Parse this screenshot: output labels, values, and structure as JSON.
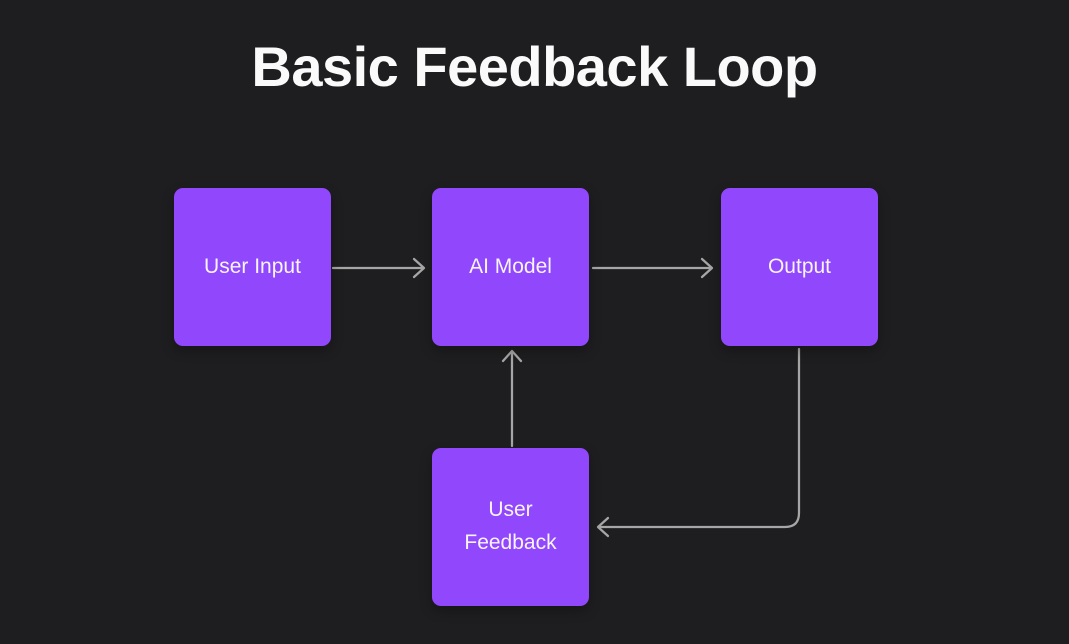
{
  "title": "Basic Feedback Loop",
  "colors": {
    "background": "#1e1e20",
    "node_fill": "#9147fb",
    "node_text": "#f7f3ff",
    "connector": "#a6a6a6",
    "title_text": "#fafafa"
  },
  "diagram": {
    "type": "flowchart",
    "nodes": [
      {
        "id": "user-input",
        "label": "User Input"
      },
      {
        "id": "ai-model",
        "label": "AI Model"
      },
      {
        "id": "output",
        "label": "Output"
      },
      {
        "id": "user-feedback",
        "label": "User Feedback"
      }
    ],
    "edges": [
      {
        "from": "user-input",
        "to": "ai-model",
        "direction": "right"
      },
      {
        "from": "ai-model",
        "to": "output",
        "direction": "right"
      },
      {
        "from": "output",
        "to": "user-feedback",
        "direction": "down-then-left"
      },
      {
        "from": "user-feedback",
        "to": "ai-model",
        "direction": "up"
      }
    ]
  }
}
